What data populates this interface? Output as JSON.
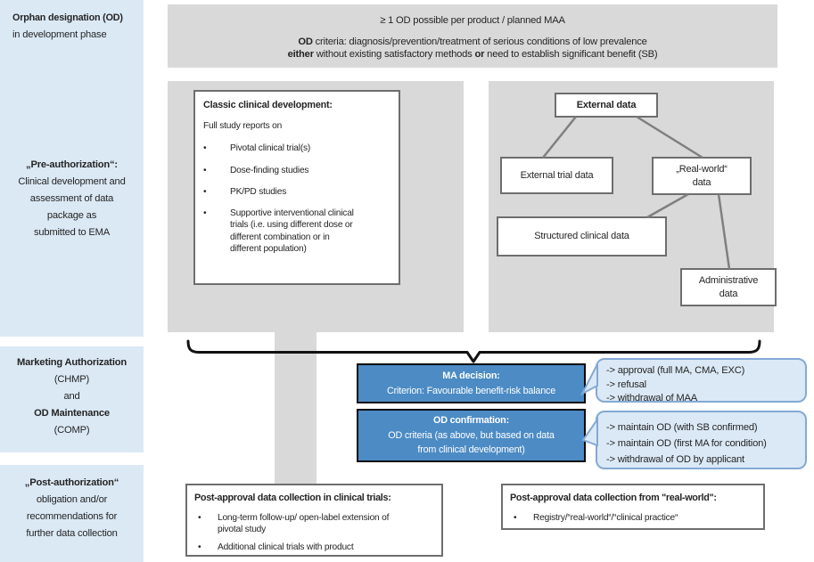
{
  "glyphs": {
    "bullet": "•"
  },
  "colors": {
    "sidebar_blue": "#dbe9f5",
    "panel_gray": "#d9d9d9",
    "decision_blue": "#4c8bc4",
    "callout_fill": "#dbe9f6",
    "callout_border": "#84a9d4",
    "box_border_gray": "#6e6e6e"
  },
  "sidebar": {
    "box1": {
      "title": "Orphan designation (OD)",
      "subtitle": "in development phase"
    },
    "box2": {
      "title": "„Pre-authorization“:",
      "body": "Clinical development and\nassessment of data\npackage as\nsubmitted to EMA"
    },
    "box3": {
      "title1": "Marketing Authorization",
      "sub1": "(CHMP)",
      "mid": "and",
      "title2": "OD Maintenance",
      "sub2": "(COMP)"
    },
    "box4": {
      "title": "„Post-authorization“",
      "body": "obligation and/or\nrecommendations for\nfurther data collection"
    }
  },
  "banner": {
    "line1": "≥ 1 OD possible per product / planned MAA",
    "line2_bold": "OD",
    "line2_rest": " criteria: diagnosis/prevention/treatment of serious conditions of low prevalence",
    "line3_bold1": "either",
    "line3_mid": " without existing satisfactory methods ",
    "line3_bold2": "or",
    "line3_rest": " need to establish significant benefit (SB)"
  },
  "classic_box": {
    "title": "Classic clinical development:",
    "intro": "Full study reports on",
    "items": [
      "Pivotal clinical trial(s)",
      "Dose-finding studies",
      "PK/PD studies",
      "Supportive interventional clinical\ntrials (i.e. using different dose or\ndifferent combination or in\ndifferent population)"
    ]
  },
  "external_tree": {
    "root": "External data",
    "trial": "External trial data",
    "realworld": "„Real-world“\ndata",
    "structured": "Structured clinical data",
    "admin": "Administrative\ndata"
  },
  "decisions": {
    "ma": {
      "title": "MA decision:",
      "body": "Criterion: Favourable benefit-risk balance"
    },
    "od": {
      "title": "OD confirmation:",
      "body": "OD criteria (as above, but based on data\nfrom clinical development)"
    },
    "callout_ma": [
      "-> approval (full MA, CMA, EXC)",
      "-> refusal",
      "-> withdrawal of MAA"
    ],
    "callout_od": [
      "-> maintain OD (with SB confirmed)",
      "-> maintain OD (first MA for condition)",
      "-> withdrawal of OD by applicant"
    ]
  },
  "post": {
    "left": {
      "title": "Post-approval data collection in clinical trials:",
      "items": [
        "Long-term follow-up/ open-label extension of\npivotal study",
        "Additional clinical trials with product"
      ]
    },
    "right": {
      "title": "Post-approval data collection from \"real-world\":",
      "items": [
        "Registry/“real-world“/“clinical practice“"
      ]
    }
  }
}
